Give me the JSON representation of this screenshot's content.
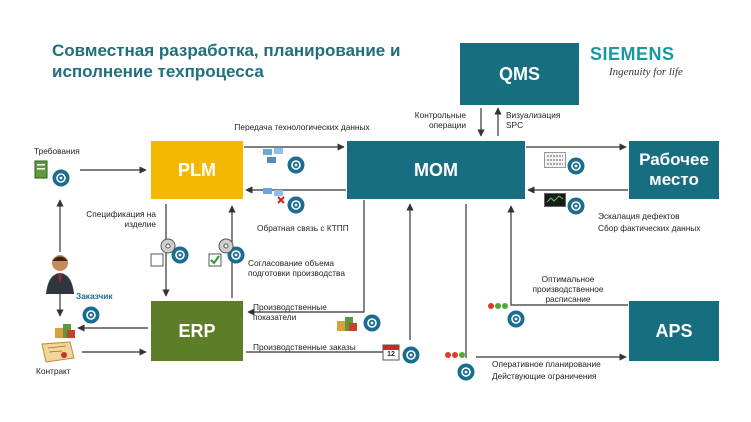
{
  "title": "Совместная разработка, планирование и исполнение техпроцесса",
  "logo": {
    "brand": "SIEMENS",
    "tagline": "Ingenuity for life"
  },
  "boxes": {
    "qms": "QMS",
    "plm": "PLM",
    "mom": "MOM",
    "workplace": "Рабочее место",
    "erp": "ERP",
    "aps": "APS"
  },
  "labels": {
    "requirements": "Требования",
    "tech_data": "Передача технологических данных",
    "control_ops": "Контрольные операции",
    "spc": "Визуализация SPC",
    "specs": "Спецификация на изделие",
    "feedback": "Обратная связь с КТПП",
    "defects": "Эскалация дефектов",
    "actual_data": "Сбор фактических данных",
    "coordination": "Согласование объема подготовки производства",
    "customer": "Заказчик",
    "prod_indicators": "Производственные показатели",
    "prod_orders": "Производственные заказы",
    "optimal_schedule": "Оптимальное производственное расписание",
    "op_planning": "Оперативное планирование",
    "constraints": "Действующие ограничения",
    "contract": "Контракт",
    "calendar_day": "12"
  },
  "colors": {
    "teal_box": "#176e80",
    "plm": "#f5b800",
    "erp": "#5e7d28",
    "title": "#1f6f7c",
    "siemens": "#169aa0"
  }
}
